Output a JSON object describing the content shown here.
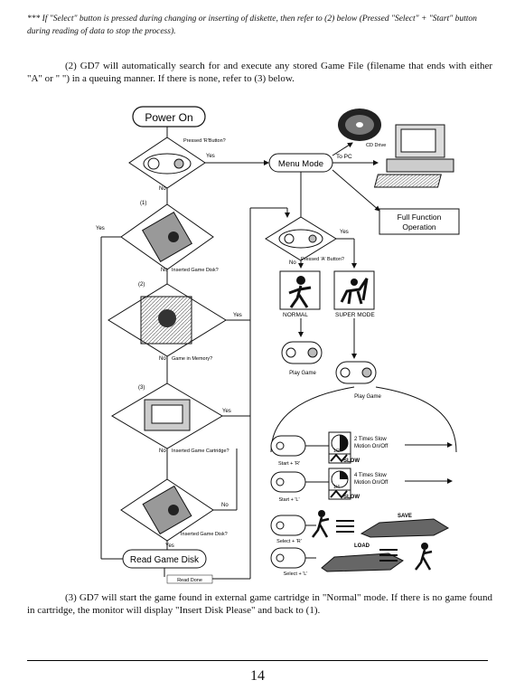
{
  "note_text": "*** If \"Select\" button is pressed during changing or inserting of diskette, then refer to (2) below (Pressed \"Select\" + \"Start\" button during reading of data to stop the process).",
  "para2": "(2) GD7 will automatically search for and execute any stored Game File (filename that ends with either \"A\" or \" \") in a queuing manner. If there is none, refer to (3) below.",
  "para3": "(3) GD7 will start the game found in external game cartridge in \"Normal\" mode. If there is no game found in cartridge, the monitor will display \"Insert Disk Please\" and back to (1).",
  "page_number": "14",
  "flow": {
    "power_on": "Power On",
    "pressed_r": "Pressed 'R'Button?",
    "yes": "Yes",
    "no": "No",
    "menu_mode": "Menu Mode",
    "to_pc": "To PC",
    "cd_drive": "CD Drive",
    "full_function": "Full Function",
    "operation": "Operation",
    "step1": "(1)",
    "step2": "(2)",
    "step3": "(3)",
    "inserted_disk": "Inserted Game Disk?",
    "game_in_memory": "Game in Memory?",
    "inserted_cart": "Inserted Game Cartridge?",
    "read_game_disk": "Read Game Disk",
    "read_done": "Read Done",
    "pressed_a": "Pressed 'A' Button?",
    "normal": "NORMAL",
    "super_mode": "SUPER MODE",
    "play_game": "Play Game",
    "start_r": "Start + 'R'",
    "start_l": "Start + 'L'",
    "select_r": "Select + 'R'",
    "select_l": "Select + 'L'",
    "ratio_half": "1/2",
    "ratio_quarter": "1/4",
    "slow": "SLOW",
    "two_times_slow": "2 Times Slow",
    "four_times_slow": "4 Times Slow",
    "motion_onoff": "Motion On/Off",
    "save": "SAVE",
    "load": "LOAD"
  }
}
